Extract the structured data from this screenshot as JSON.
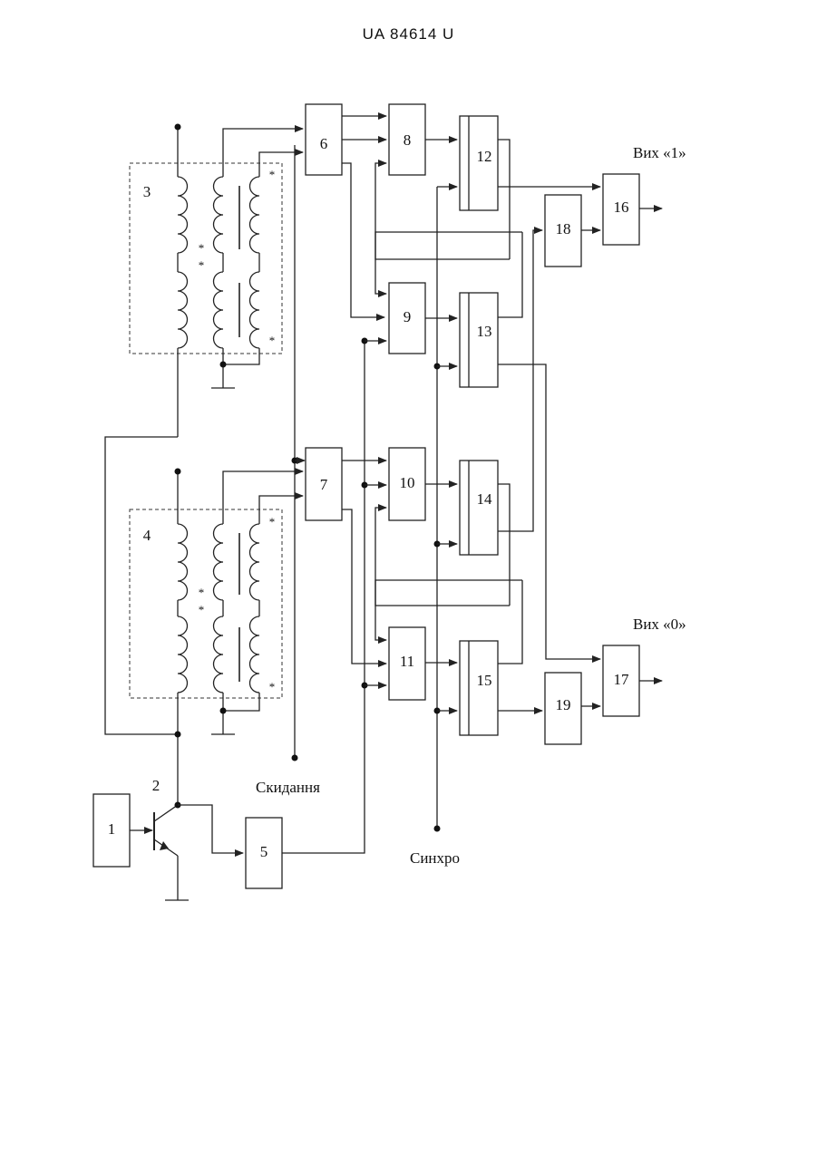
{
  "header": {
    "doc_number": "UA   84614   U"
  },
  "labels": {
    "out1": "Вих «1»",
    "out0": "Вих «0»",
    "reset": "Скидання",
    "sync": "Синхро",
    "star": "*"
  },
  "blocks": {
    "b1": "1",
    "b2": "2",
    "b3": "3",
    "b4": "4",
    "b5": "5",
    "b6": "6",
    "b7": "7",
    "b8": "8",
    "b9": "9",
    "b10": "10",
    "b11": "11",
    "b12": "12",
    "b13": "13",
    "b14": "14",
    "b15": "15",
    "b16": "16",
    "b17": "17",
    "b18": "18",
    "b19": "19"
  }
}
